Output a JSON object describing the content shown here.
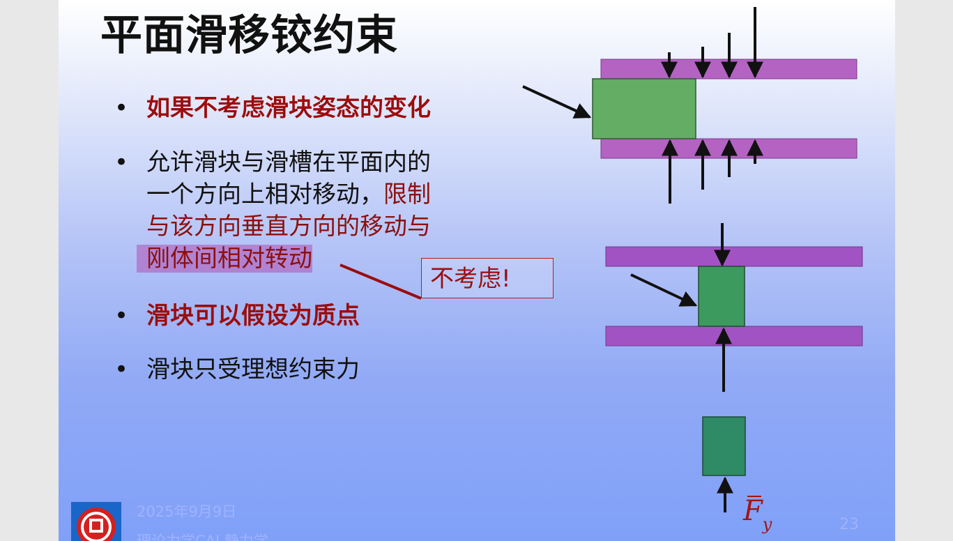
{
  "title": "平面滑移铰约束",
  "bullets": [
    {
      "text": "如果不考虑滑块姿态的变化"
    },
    {
      "line1": "允许滑块与滑槽在平面内的",
      "line2a": "一个方向上相对移动，",
      "line2b": "限制",
      "line3": "与该方向垂直方向的移动与",
      "line4": "刚体间相对转动"
    },
    {
      "text": "滑块可以假设为质点"
    },
    {
      "text": "滑块只受理想约束力"
    }
  ],
  "callout": "不考虑!",
  "bullet_glyph": "•",
  "footer": {
    "date": "2025年9月9日",
    "course": "理论力学CAI  静力学",
    "page": "23"
  },
  "force_label": {
    "symbol": "F",
    "subscript": "y"
  },
  "colors": {
    "track": "#b463c3",
    "block": "#64ad64",
    "block_dark": "#3a8f6c",
    "emphasis": "#9b0d0d"
  }
}
